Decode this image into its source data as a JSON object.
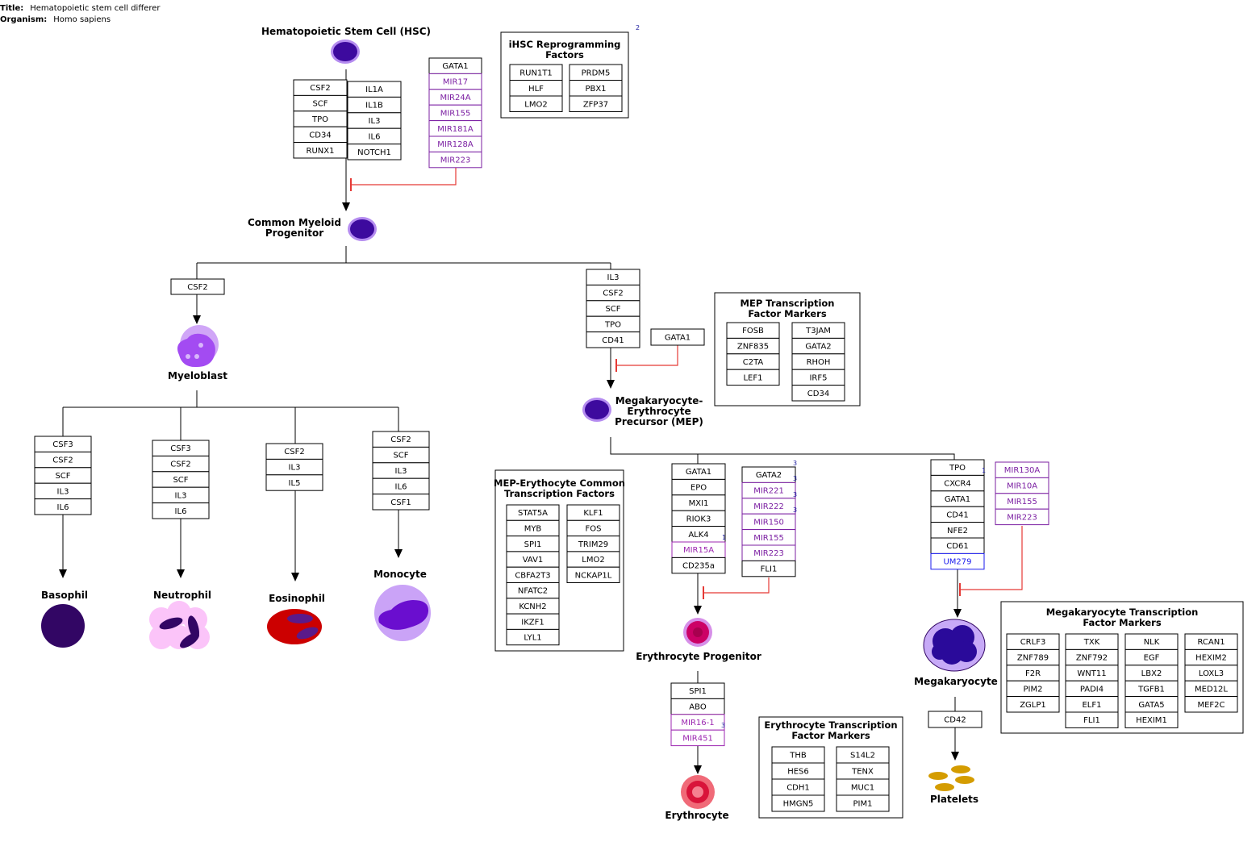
{
  "header": {
    "title_label": "Title:",
    "title_value": "Hematopoietic stem cell differer",
    "organism_label": "Organism:",
    "organism_value": "Homo sapiens"
  },
  "colors": {
    "gene": "#000000",
    "mirna": "#7b1fa2",
    "mirna_light": "#9c27b0",
    "blue_node": "#1a1aee",
    "inhibit": "#e53935",
    "hsc_cell": "#3d0a9e",
    "myeloblast": "#a34bf2",
    "basophil": "#320664",
    "neutrophil": "#fbc4f9",
    "eosinophil": "#cc0000",
    "monocyte": "#caa3f7",
    "erythro_prog": "#cc0066",
    "erythrocyte": "#e8344a",
    "megakaryocyte": "#c7aaf7",
    "platelet": "#d49c00"
  },
  "cells": {
    "hsc": "Hematopoietic Stem Cell (HSC)",
    "cmp": [
      "Common Myeloid",
      "Progenitor"
    ],
    "myeloblast": "Myeloblast",
    "mep": [
      "Megakaryocyte-",
      "Erythrocyte",
      "Precursor (MEP)"
    ],
    "basophil": "Basophil",
    "neutrophil": "Neutrophil",
    "eosinophil": "Eosinophil",
    "monocyte": "Monocyte",
    "erythro_prog": "Erythrocyte Progenitor",
    "erythrocyte": "Erythrocyte",
    "megakaryocyte": "Megakaryocyte",
    "platelets": "Platelets"
  },
  "gene_stacks": {
    "hsc_left": [
      "CSF2",
      "SCF",
      "TPO",
      "CD34",
      "RUNX1"
    ],
    "hsc_right": [
      "IL1A",
      "IL1B",
      "IL3",
      "IL6",
      "NOTCH1"
    ],
    "hsc_mirna": [
      "GATA1",
      "MIR17",
      "MIR24A",
      "MIR155",
      "MIR181A",
      "MIR128A",
      "MIR223"
    ],
    "cmp_myeloblast": [
      "CSF2"
    ],
    "cmp_mep": [
      "IL3",
      "CSF2",
      "SCF",
      "TPO",
      "CD41"
    ],
    "mep_inhib": [
      "GATA1"
    ],
    "basophil": [
      "CSF3",
      "CSF2",
      "SCF",
      "IL3",
      "IL6"
    ],
    "neutrophil": [
      "CSF3",
      "CSF2",
      "SCF",
      "IL3",
      "IL6"
    ],
    "eosinophil": [
      "CSF2",
      "IL3",
      "IL5"
    ],
    "monocyte": [
      "CSF2",
      "SCF",
      "IL3",
      "IL6",
      "CSF1"
    ],
    "ep_left": [
      "GATA1",
      "EPO",
      "MXI1",
      "RIOK3",
      "ALK4",
      "MIR15A",
      "CD235a"
    ],
    "ep_right": [
      "GATA2",
      "MIR221",
      "MIR222",
      "MIR150",
      "MIR155",
      "MIR223",
      "FLI1"
    ],
    "ery": [
      "SPI1",
      "ABO",
      "MIR16-1",
      "MIR451"
    ],
    "mk_left": [
      "TPO",
      "CXCR4",
      "GATA1",
      "CD41",
      "NFE2",
      "CD61",
      "UM279"
    ],
    "mk_mirna": [
      "MIR130A",
      "MIR10A",
      "MIR155",
      "MIR223"
    ],
    "platelet": [
      "CD42"
    ]
  },
  "footnotes": {
    "ihsc": "2",
    "ep_gata2": "3",
    "ep_mir221": "3",
    "ep_mir222": "3",
    "ep_mir150": "3",
    "ep_alk4": "1",
    "ery_mir16": "3",
    "mk_tpo": "1"
  },
  "panels": {
    "ihsc": {
      "title": [
        "iHSC Reprogramming",
        "Factors"
      ],
      "cols": [
        [
          "RUN1T1",
          "HLF",
          "LMO2"
        ],
        [
          "PRDM5",
          "PBX1",
          "ZFP37"
        ]
      ]
    },
    "mep_tf": {
      "title": [
        "MEP Transcription",
        "Factor Markers"
      ],
      "cols": [
        [
          "FOSB",
          "ZNF835",
          "C2TA",
          "LEF1"
        ],
        [
          "T3JAM",
          "GATA2",
          "RHOH",
          "IRF5",
          "CD34"
        ]
      ]
    },
    "mep_ery": {
      "title": [
        "MEP-Erythocyte Common",
        "Transcription Factors"
      ],
      "cols": [
        [
          "STAT5A",
          "MYB",
          "SPI1",
          "VAV1",
          "CBFA2T3",
          "NFATC2",
          "KCNH2",
          "IKZF1",
          "LYL1"
        ],
        [
          "KLF1",
          "FOS",
          "TRIM29",
          "LMO2",
          "NCKAP1L"
        ]
      ]
    },
    "ery_tf": {
      "title": [
        "Erythrocyte Transcription",
        "Factor Markers"
      ],
      "cols": [
        [
          "THB",
          "HES6",
          "CDH1",
          "HMGN5"
        ],
        [
          "S14L2",
          "TENX",
          "MUC1",
          "PIM1"
        ]
      ]
    },
    "mk_tf": {
      "title": [
        "Megakaryocyte Transcription",
        "Factor Markers"
      ],
      "cols": [
        [
          "CRLF3",
          "ZNF789",
          "F2R",
          "PIM2",
          "ZGLP1"
        ],
        [
          "TXK",
          "ZNF792",
          "WNT11",
          "PADI4",
          "ELF1",
          "FLI1"
        ],
        [
          "NLK",
          "EGF",
          "LBX2",
          "TGFB1",
          "GATA5",
          "HEXIM1"
        ],
        [
          "RCAN1",
          "HEXIM2",
          "LOXL3",
          "MED12L",
          "MEF2C"
        ]
      ]
    }
  }
}
